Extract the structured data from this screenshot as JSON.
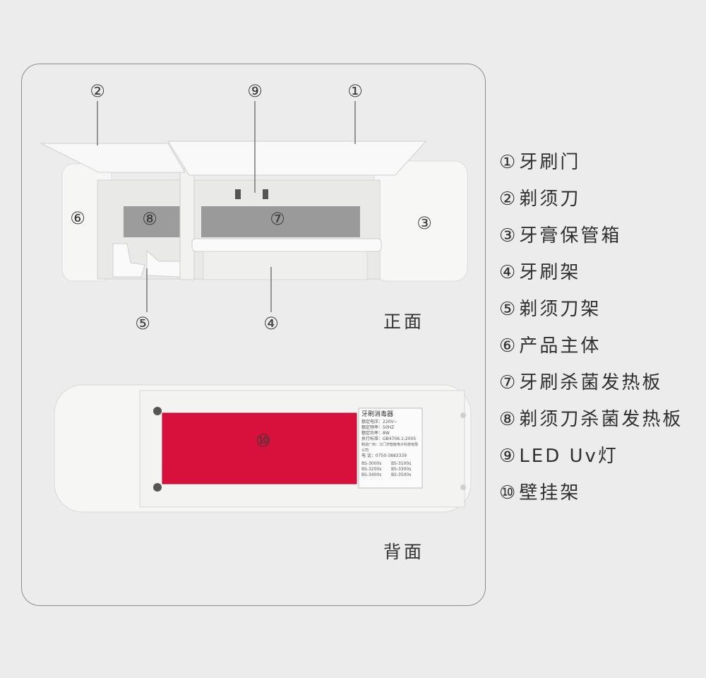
{
  "markers": {
    "m1": "①",
    "m2": "②",
    "m3": "③",
    "m4": "④",
    "m5": "⑤",
    "m6": "⑥",
    "m7": "⑦",
    "m8": "⑧",
    "m9": "⑨",
    "m10": "⑩"
  },
  "captions": {
    "front": "正面",
    "back": "背面"
  },
  "legend": [
    {
      "marker": "①",
      "label": "牙刷门"
    },
    {
      "marker": "②",
      "label": "剃须刀"
    },
    {
      "marker": "③",
      "label": "牙膏保管箱"
    },
    {
      "marker": "④",
      "label": "牙刷架"
    },
    {
      "marker": "⑤",
      "label": "剃须刀架"
    },
    {
      "marker": "⑥",
      "label": "产品主体"
    },
    {
      "marker": "⑦",
      "label": "牙刷杀菌发热板"
    },
    {
      "marker": "⑧",
      "label": "剃须刀杀菌发热板"
    },
    {
      "marker": "⑨",
      "label": "LED Uv灯"
    },
    {
      "marker": "⑩",
      "label": "壁挂架"
    }
  ],
  "nameplate": {
    "title": "牙刷消毒器",
    "rows": [
      "额定电压：220V~",
      "额定频率：50HZ",
      "额定功率：8W",
      "执行标准：GB4706.1-2005",
      "制造厂商：江门市智能电子科技有限公司",
      "电    话：0750-3883339"
    ],
    "models": [
      "BS-3000s",
      "BS-3100s",
      "BS-3200s",
      "BS-3300s",
      "BS-3400s",
      "BS-3500s"
    ]
  },
  "colors": {
    "background": "#ebeceb",
    "device": "#f7f7f6",
    "heater": "#9a9a9a",
    "wall_mount": "#d8103c"
  }
}
